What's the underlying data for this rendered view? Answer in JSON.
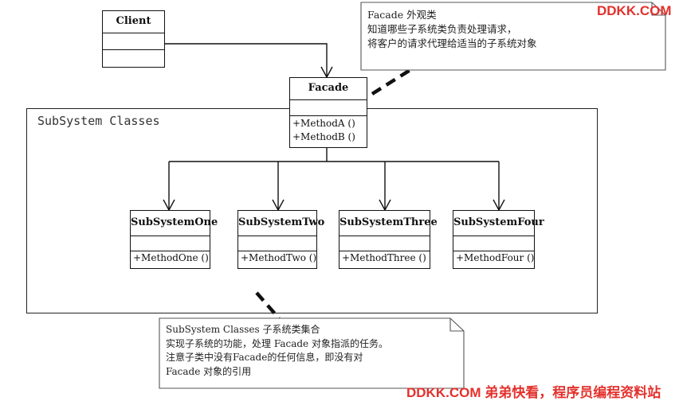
{
  "watermark": {
    "top": "DDKK.COM",
    "bottom": "DDKK.COM 弟弟快看，程序员编程资料站",
    "color": "#e3312d"
  },
  "client": {
    "name": "Client"
  },
  "facade": {
    "name": "Facade",
    "ops": [
      "+MethodA ()",
      "+MethodB ()"
    ]
  },
  "subsystem_group": {
    "label": "SubSystem Classes"
  },
  "subsystems": [
    {
      "name": "SubSystemOne",
      "op": "+MethodOne ()"
    },
    {
      "name": "SubSystemTwo",
      "op": "+MethodTwo ()"
    },
    {
      "name": "SubSystemThree",
      "op": "+MethodThree ()"
    },
    {
      "name": "SubSystemFour",
      "op": "+MethodFour ()"
    }
  ],
  "note_facade": {
    "lines": [
      "Facade  外观类",
      "知道哪些子系统类负责处理请求，",
      "将客户的请求代理给适当的子系统对象"
    ]
  },
  "note_subsystem": {
    "lines": [
      "SubSystem Classes   子系统类集合",
      "实现子系统的功能，处理 Facade 对象指派的任务。",
      "注意子类中没有Facade的任何信息，即没有对",
      "Facade 对象的引用"
    ]
  }
}
